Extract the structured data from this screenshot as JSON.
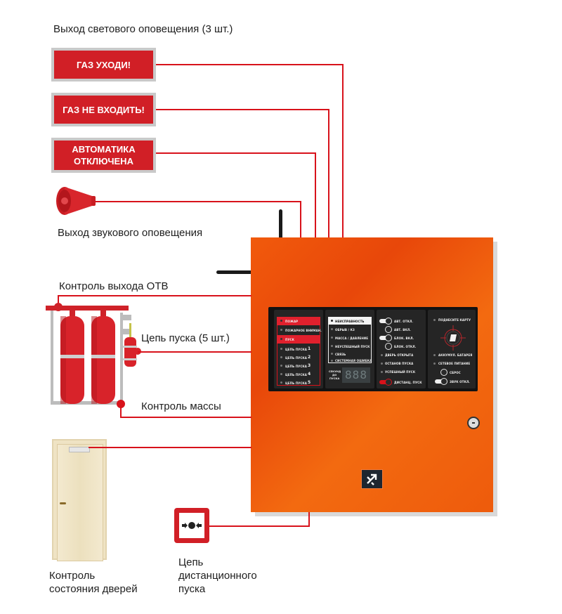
{
  "labels": {
    "light_output": "Выход светового оповещения (3 шт.)",
    "sound_output": "Выход звукового оповещения",
    "otv_control": "Контроль выхода ОТВ",
    "launch_circuit": "Цепь пуска (5 шт.)",
    "mass_control": "Контроль массы",
    "door_control_line1": "Контроль",
    "door_control_line2": "состояния дверей",
    "remote_line1": "Цепь",
    "remote_line2": "дистанционного",
    "remote_line3": "пуска"
  },
  "signs": [
    {
      "text": "ГАЗ УХОДИ!"
    },
    {
      "text": "ГАЗ НЕ ВХОДИТЬ!"
    },
    {
      "line1": "АВТОМАТИКА",
      "line2": "ОТКЛЮЧЕНА"
    }
  ],
  "panel": {
    "section1": {
      "items": [
        "ПОЖАР",
        "ПОЖАРНОЕ ВНИМАН.",
        "ПУСК",
        "ЦЕПЬ ПУСКА",
        "ЦЕПЬ ПУСКА",
        "ЦЕПЬ ПУСКА",
        "ЦЕПЬ ПУСКА",
        "ЦЕПЬ ПУСКА"
      ],
      "numbers": [
        "1",
        "2",
        "3",
        "4",
        "5"
      ]
    },
    "section2": {
      "items": [
        "НЕИСПРАВНОСТЬ",
        "ОБРЫВ / К3",
        "МАССА / ДАВЛЕНИЕ",
        "НЕУСПЕШНЫЙ ПУСК",
        "СВЯЗЬ",
        "СИСТЕМНАЯ ОШИБКА"
      ],
      "countdown_label1": "СЕКУНД",
      "countdown_label2": "ДО",
      "countdown_label3": "ПУСКА",
      "display": "888"
    },
    "section3": {
      "buttons": [
        "АВТ. ОТКЛ.",
        "АВТ. ВКЛ.",
        "БЛОК. ВКЛ.",
        "БЛОК. ОТКЛ."
      ],
      "indicators": [
        "ДВЕРЬ ОТКРЫТА",
        "ОСТАНОВ ПУСКА",
        "УСПЕШНЫЙ ПУСК"
      ],
      "remote_button": "ДИСТАНЦ. ПУСК"
    },
    "section4": {
      "card_label": "ПОДНЕСИТЕ КАРТУ",
      "indicators": [
        "АККУМУЛ. БАТАРЕЯ",
        "СЕТЕВОЕ ПИТАНИЕ"
      ],
      "buttons": [
        "СБРОС",
        "ЗВУК ОТКЛ."
      ]
    }
  },
  "colors": {
    "wire": "#d8121b",
    "panel_orange": "#f15a0c",
    "sign_red": "#d11f26"
  }
}
